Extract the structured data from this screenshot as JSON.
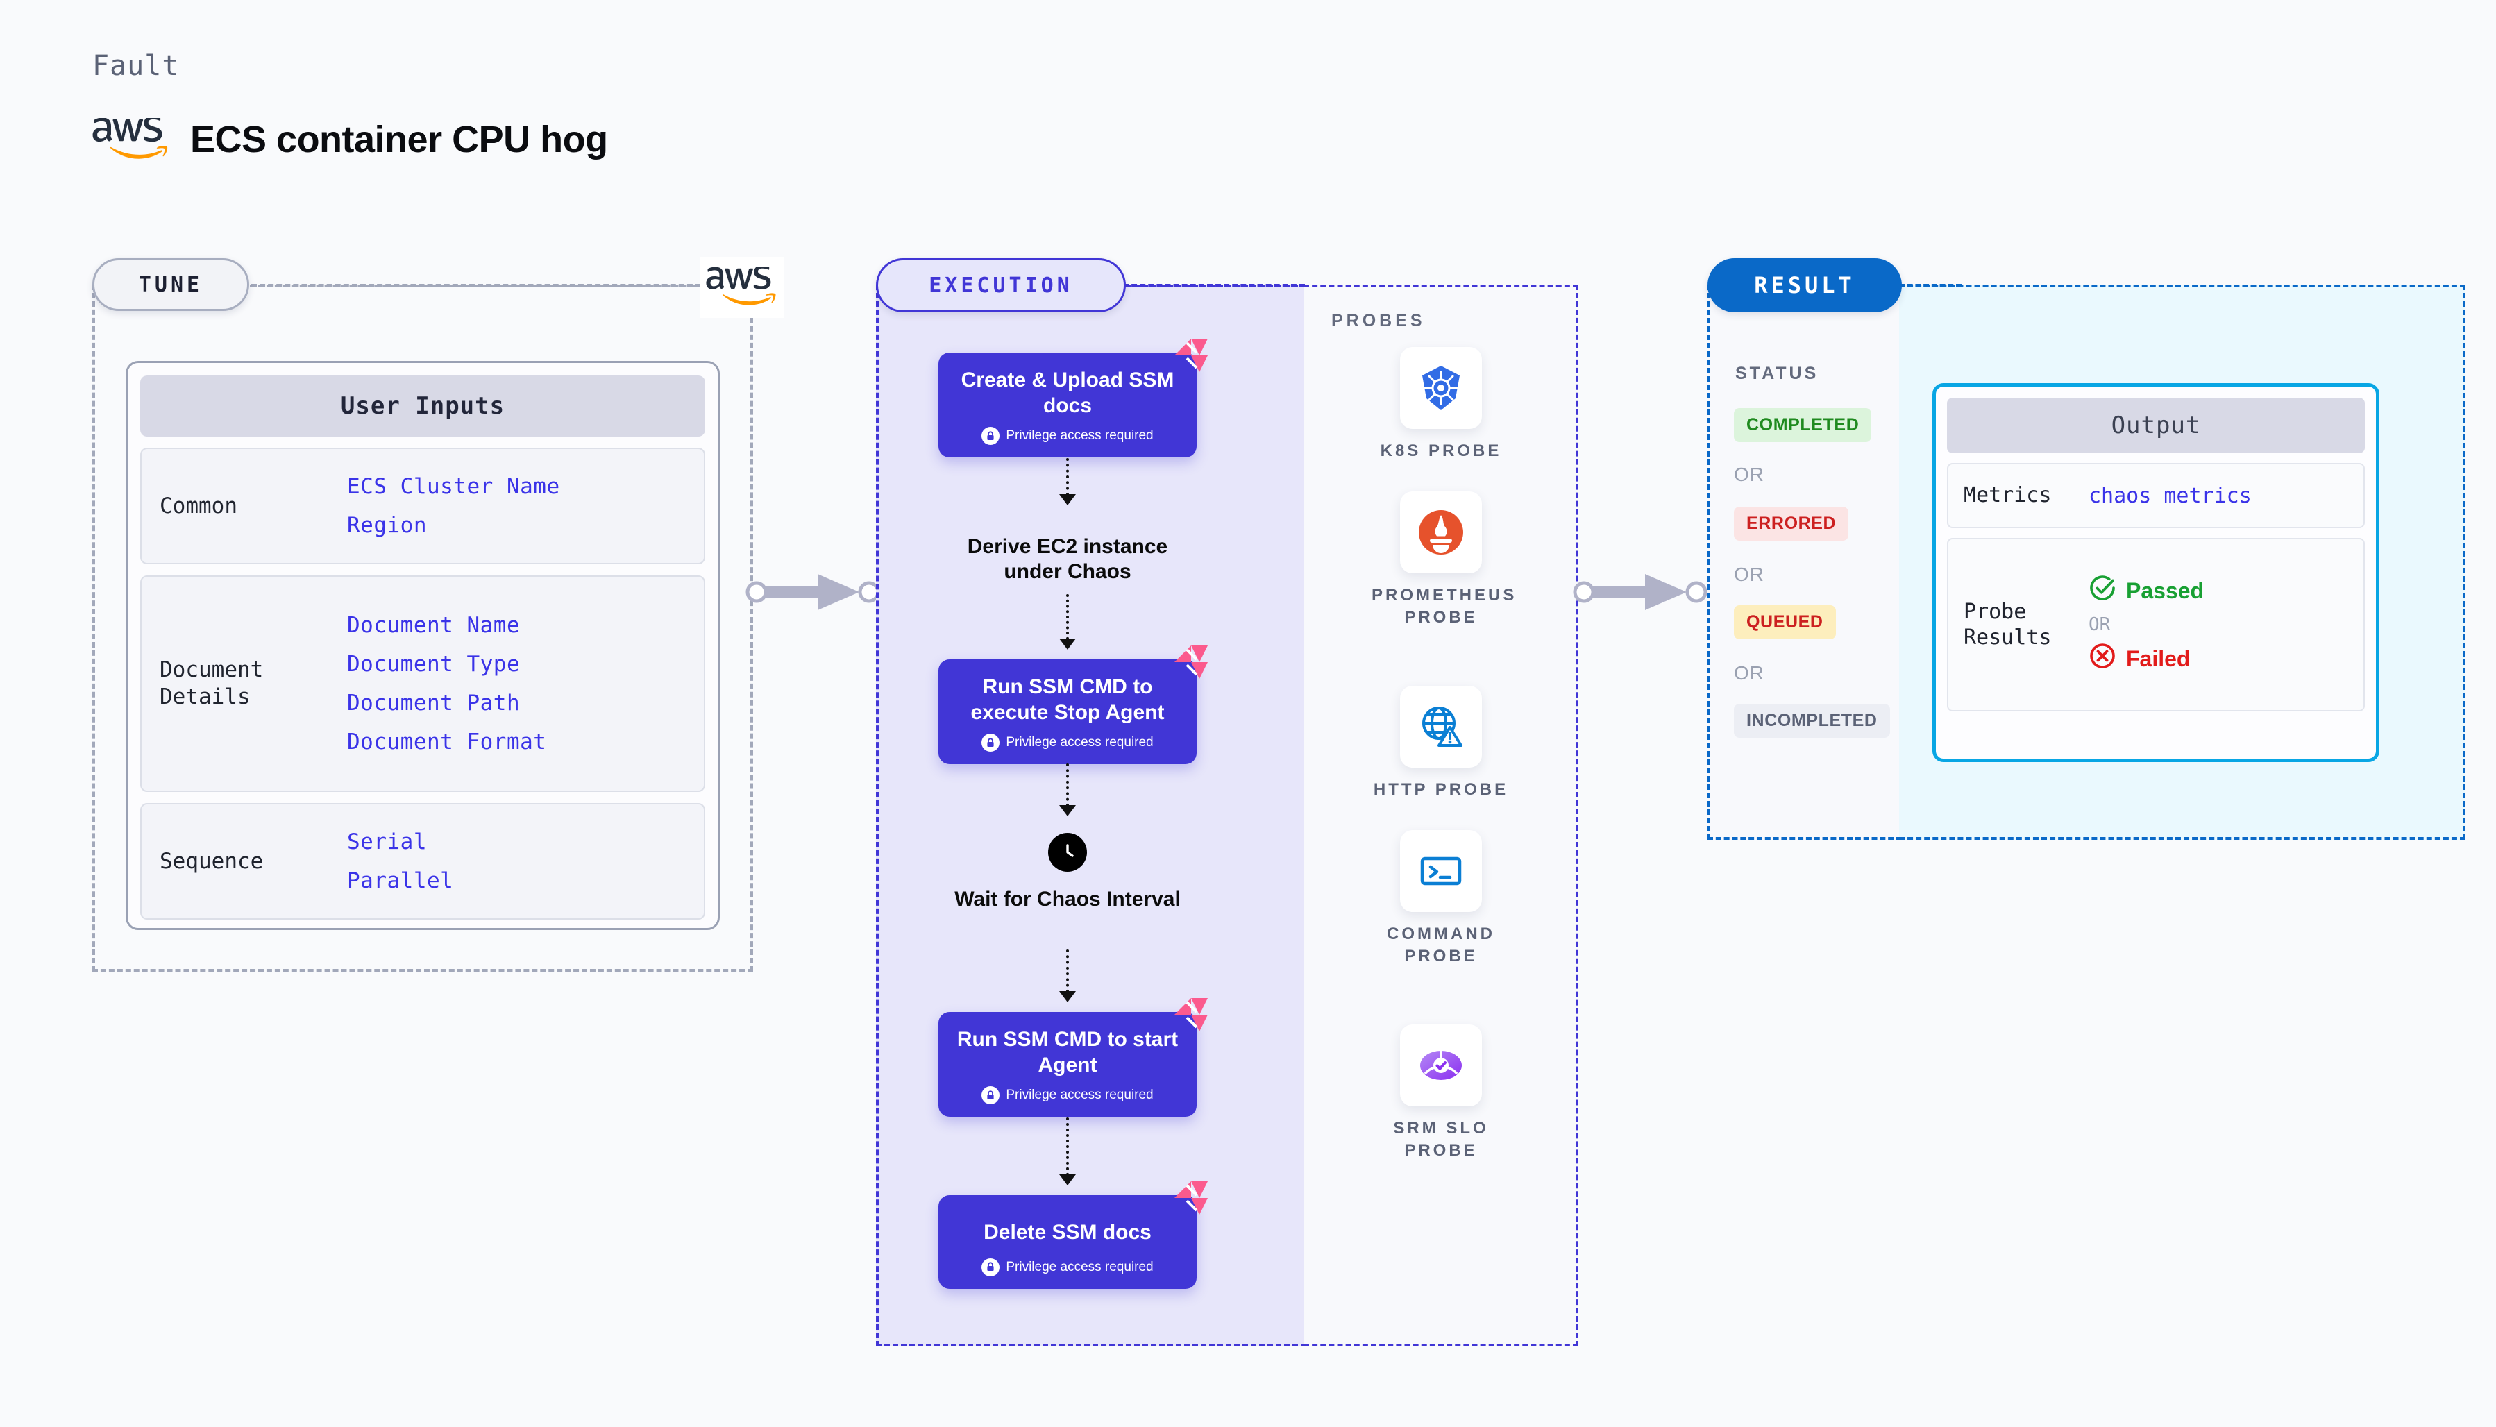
{
  "header": {
    "eyebrow": "Fault",
    "title": "ECS container CPU hog",
    "logo": "aws-logo"
  },
  "tune": {
    "pill_label": "TUNE",
    "provider_logo": "aws-logo",
    "card_title": "User Inputs",
    "groups": [
      {
        "label": "Common",
        "values": [
          "ECS Cluster Name",
          "Region"
        ]
      },
      {
        "label": "Document\nDetails",
        "values": [
          "Document Name",
          "Document Type",
          "Document Path",
          "Document Format"
        ]
      },
      {
        "label": "Sequence",
        "values": [
          "Serial",
          "Parallel"
        ]
      }
    ]
  },
  "execution": {
    "pill_label": "EXECUTION",
    "privilege_note": "Privilege access required",
    "steps": [
      {
        "type": "node",
        "title": "Create & Upload SSM docs",
        "privileged": true,
        "badge": "harness-logo-icon"
      },
      {
        "type": "plain",
        "title": "Derive EC2 instance under Chaos"
      },
      {
        "type": "node",
        "title": "Run SSM CMD to execute Stop Agent",
        "privileged": true,
        "badge": "harness-logo-icon"
      },
      {
        "type": "wait",
        "title": "Wait for Chaos Interval",
        "icon": "clock-icon"
      },
      {
        "type": "node",
        "title": "Run SSM CMD to start Agent",
        "privileged": true,
        "badge": "harness-logo-icon"
      },
      {
        "type": "node",
        "title": "Delete SSM docs",
        "privileged": true,
        "badge": "harness-logo-icon"
      }
    ]
  },
  "probes": {
    "title": "PROBES",
    "items": [
      {
        "label": "K8S PROBE",
        "icon": "kubernetes-icon"
      },
      {
        "label": "PROMETHEUS PROBE",
        "icon": "prometheus-icon"
      },
      {
        "label": "HTTP PROBE",
        "icon": "http-globe-icon"
      },
      {
        "label": "COMMAND PROBE",
        "icon": "terminal-icon"
      },
      {
        "label": "SRM SLO PROBE",
        "icon": "srm-slo-icon"
      }
    ]
  },
  "result": {
    "pill_label": "RESULT",
    "status_title": "STATUS",
    "or_label": "OR",
    "statuses": [
      {
        "label": "COMPLETED",
        "bg": "#dcf4dc",
        "fg": "#1f8a1f"
      },
      {
        "label": "ERRORED",
        "bg": "#fbe4e4",
        "fg": "#cc2020"
      },
      {
        "label": "QUEUED",
        "bg": "#fdeebd",
        "fg": "#cc2020"
      },
      {
        "label": "INCOMPLETED",
        "bg": "#eceef4",
        "fg": "#5b6276"
      }
    ],
    "output": {
      "title": "Output",
      "rows": [
        {
          "label": "Metrics",
          "value": "chaos metrics"
        },
        {
          "label": "Probe\nResults",
          "passed": "Passed",
          "or": "OR",
          "failed": "Failed"
        }
      ]
    }
  },
  "colors": {
    "node_purple": "#4136d6",
    "harness_pink": "#fb5a8d",
    "result_blue": "#0a69c8",
    "output_cyan": "#08a6e4",
    "link_blue": "#3a33e8"
  }
}
